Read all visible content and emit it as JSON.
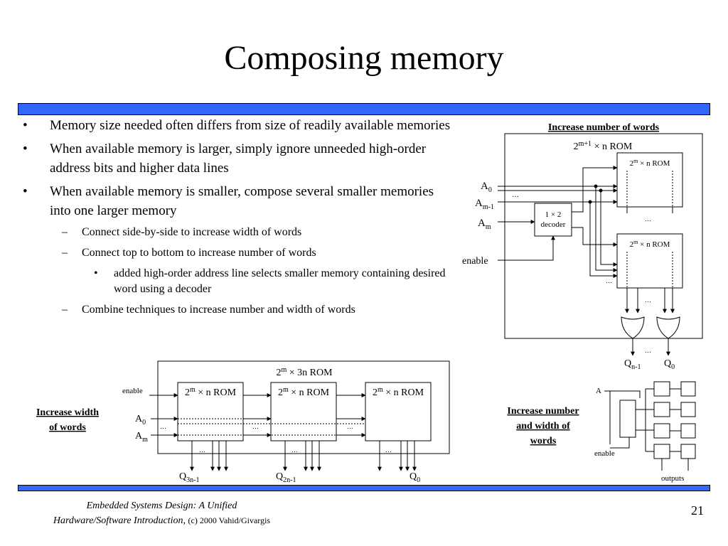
{
  "slide": {
    "title": "Composing memory",
    "page_number": "21",
    "footer": {
      "line1": "Embedded Systems Design: A Unified",
      "line2_italic": "Hardware/Software Introduction,",
      "line2_copyright": "(c) 2000 Vahid/Givargis"
    },
    "accent_color": "#3366ff"
  },
  "bullets": [
    {
      "level": 1,
      "text": "Memory size needed often differs from size of readily available memories"
    },
    {
      "level": 1,
      "text": "When available memory is larger, simply ignore unneeded high-order address bits and higher data lines"
    },
    {
      "level": 1,
      "text": "When available memory is smaller, compose several smaller memories into one larger memory"
    },
    {
      "level": 2,
      "text": "Connect side-by-side to increase width of words"
    },
    {
      "level": 2,
      "text": "Connect top to bottom to increase number of words"
    },
    {
      "level": 3,
      "text": "added high-order address line selects smaller memory containing desired word using a decoder"
    },
    {
      "level": 2,
      "text": "Combine techniques to increase number and width of words"
    }
  ],
  "diagram_words": {
    "caption": "Increase number of words",
    "outer_base": "2",
    "outer_exp": "m+1",
    "outer_rest": " × n  ROM",
    "rom_base": "2",
    "rom_exp": "m",
    "rom_rest": " × n  ROM",
    "decoder_line1": "1 × 2",
    "decoder_line2": "decoder",
    "a0_base": "A",
    "a0_sub": "0",
    "am1_base": "A",
    "am1_sub": "m-1",
    "am_base": "A",
    "am_sub": "m",
    "enable": "enable",
    "qn1_base": "Q",
    "qn1_sub": "n-1",
    "q0_base": "Q",
    "q0_sub": "0",
    "ellipsis": "…"
  },
  "diagram_width": {
    "caption_line1": "Increase width",
    "caption_line2": "of words",
    "outer_base": "2",
    "outer_exp": "m",
    "outer_rest": " × 3n  ROM",
    "rom_base": "2",
    "rom_exp": "m",
    "rom_rest": " × n  ROM",
    "enable": "enable",
    "a0_base": "A",
    "a0_sub": "0",
    "am_base": "A",
    "am_sub": "m",
    "q3n1_base": "Q",
    "q3n1_sub": "3n-1",
    "q2n1_base": "Q",
    "q2n1_sub": "2n-1",
    "q0_base": "Q",
    "q0_sub": "0",
    "ellipsis": "…"
  },
  "diagram_combined": {
    "caption_line1": "Increase number",
    "caption_line2": "and width of",
    "caption_line3": "words",
    "a_label": "A",
    "enable": "enable",
    "outputs": "outputs"
  }
}
